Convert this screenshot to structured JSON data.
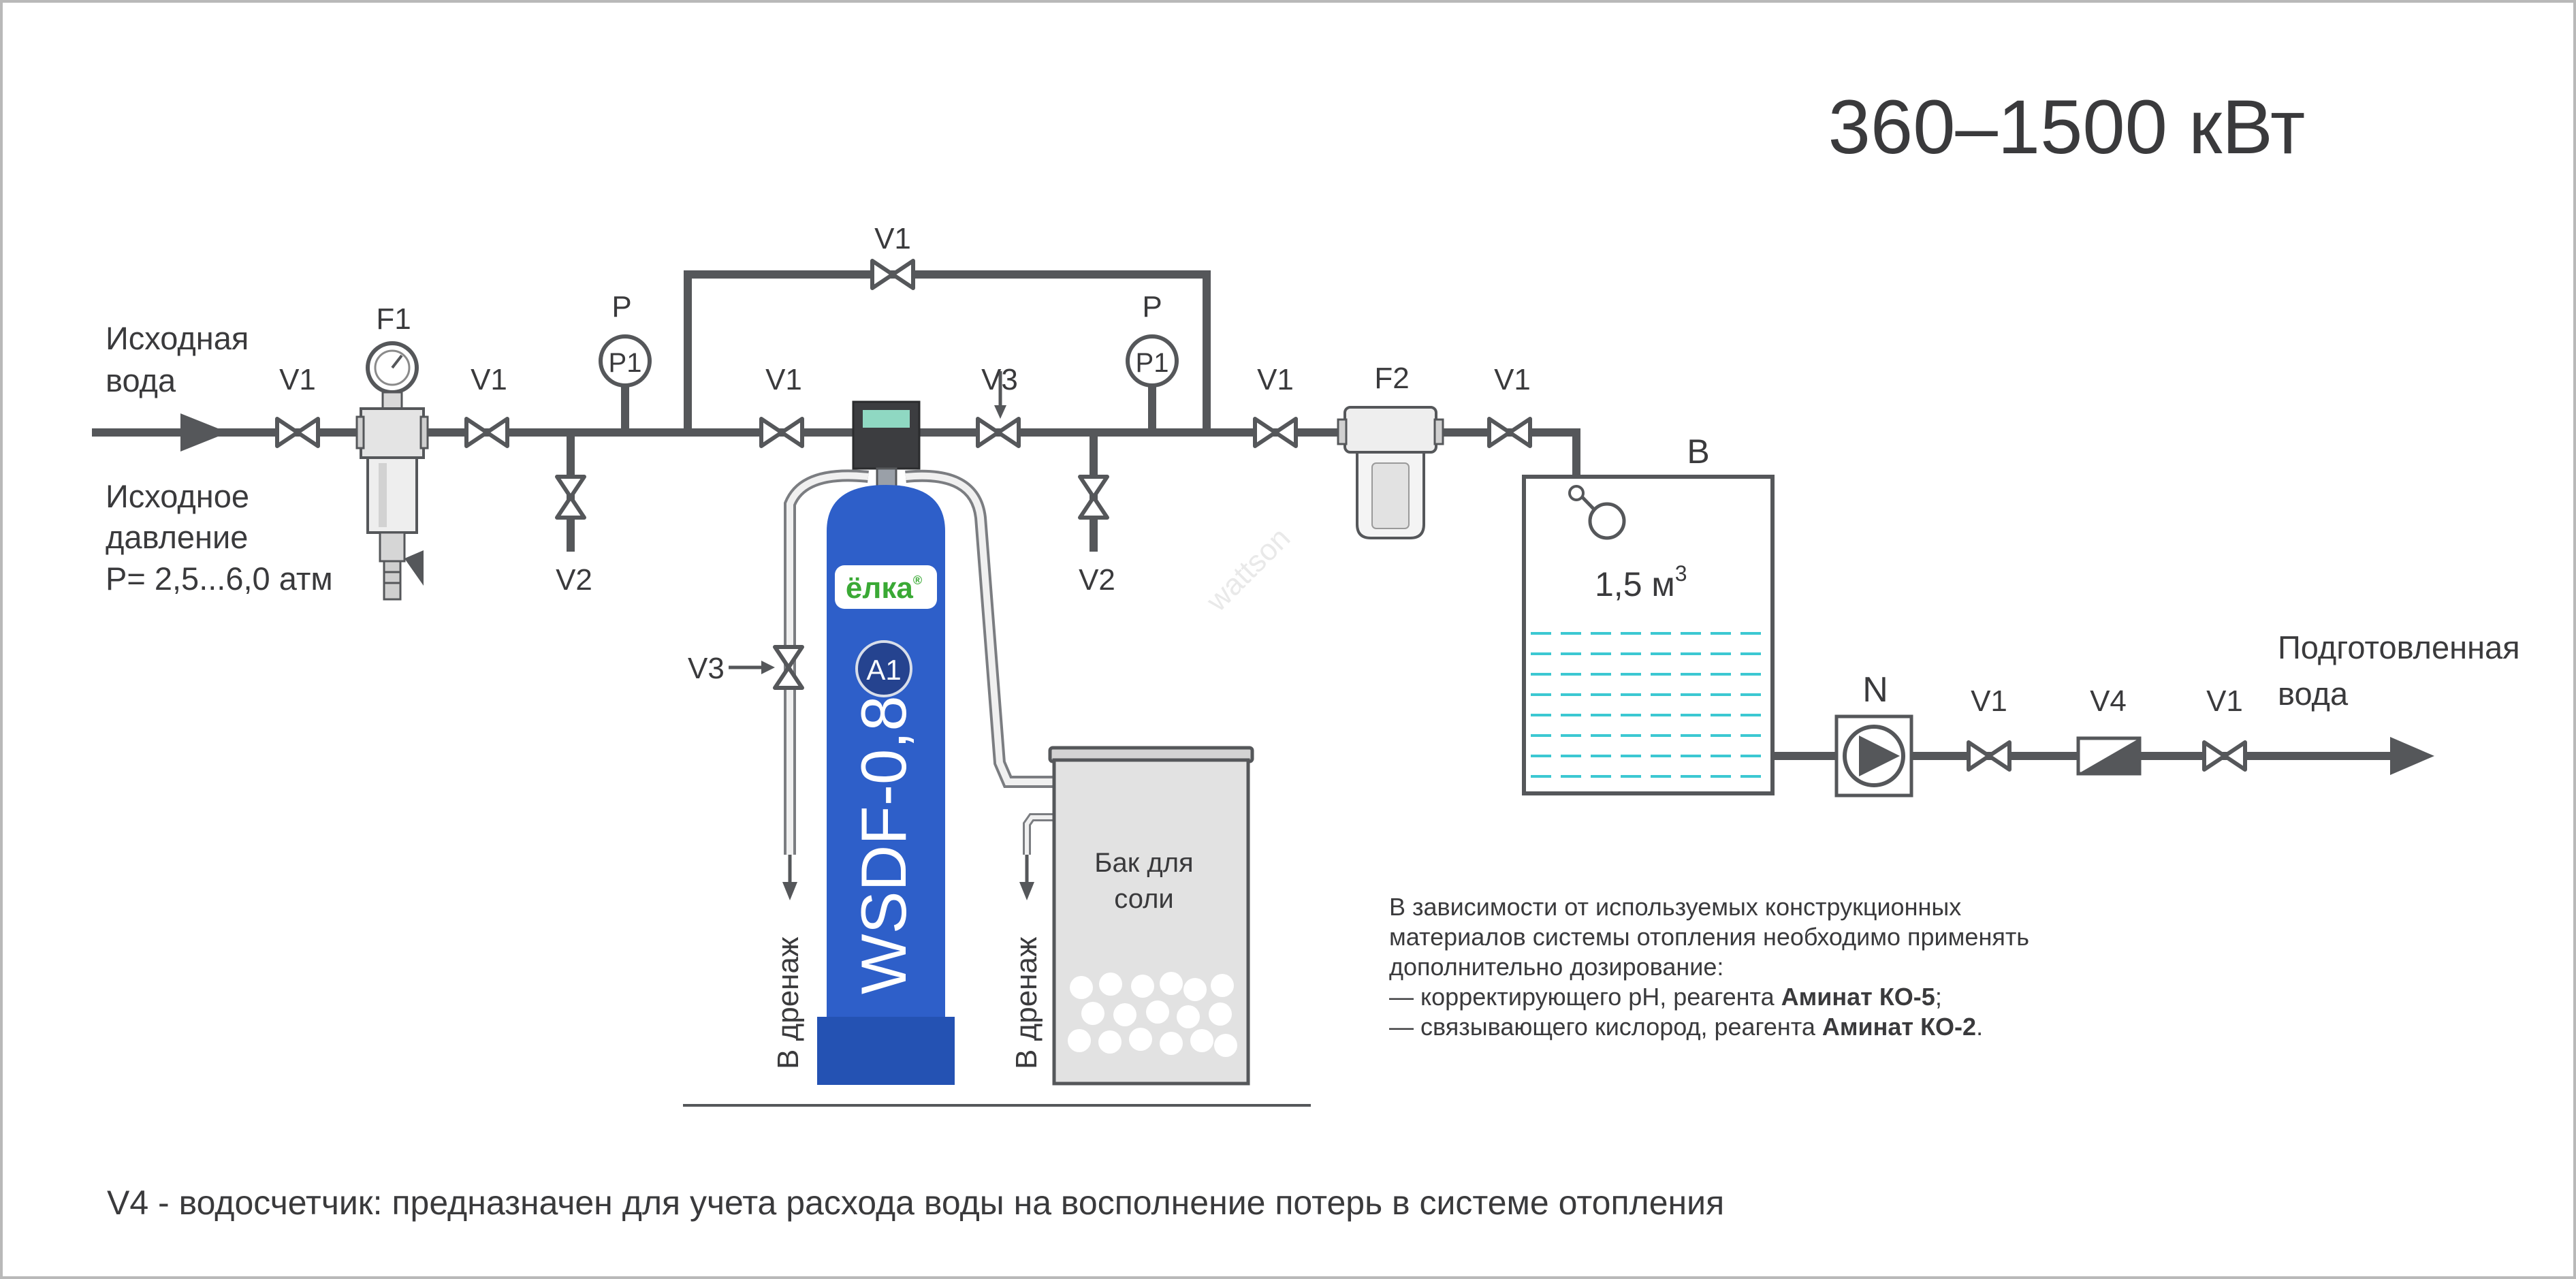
{
  "title": "360–1500 кВт",
  "input": {
    "water_line1": "Исходная",
    "water_line2": "вода",
    "pressure_line1": "Исходное",
    "pressure_line2": "давление",
    "pressure_line3": "P= 2,5...6,0 атм"
  },
  "output": {
    "line1": "Подготовленная",
    "line2": "вода"
  },
  "labels": {
    "v1": "V1",
    "v2": "V2",
    "v3": "V3",
    "v4": "V4",
    "f1": "F1",
    "f2": "F2",
    "p": "P",
    "p1": "P1",
    "a1": "A1",
    "b": "B",
    "n": "N"
  },
  "tank": {
    "volume": "1,5 м",
    "volume_sup": "3"
  },
  "softener": {
    "model": "WSDF-0,8",
    "brand": "ёлка",
    "brand_mark": "®"
  },
  "brine_tank": {
    "line1": "Бак для",
    "line2": "соли"
  },
  "drain_label": "В дренаж",
  "watermark": "wattson",
  "dosing_note": {
    "line1": "В зависимости от используемых конструкционных",
    "line2": "материалов системы отопления необходимо применять",
    "line3": "дополнительно дозирование:",
    "line4_prefix": "— корректирующего pH, реагента ",
    "line4_bold": "Аминат КО-5",
    "line4_suffix": ";",
    "line5_prefix": "— связывающего кислород, реагента ",
    "line5_bold": "Аминат КО-2",
    "line5_suffix": "."
  },
  "footer": "V4 - водосчетчик: предназначен для учета расхода воды на восполнение потерь в системе отопления",
  "colors": {
    "pipe": "#55575a",
    "softener_blue": "#2e5fc9",
    "water_cyan": "#3cc8d2",
    "brine_gray": "#e2e2e2",
    "brand_green": "#3aa935"
  }
}
